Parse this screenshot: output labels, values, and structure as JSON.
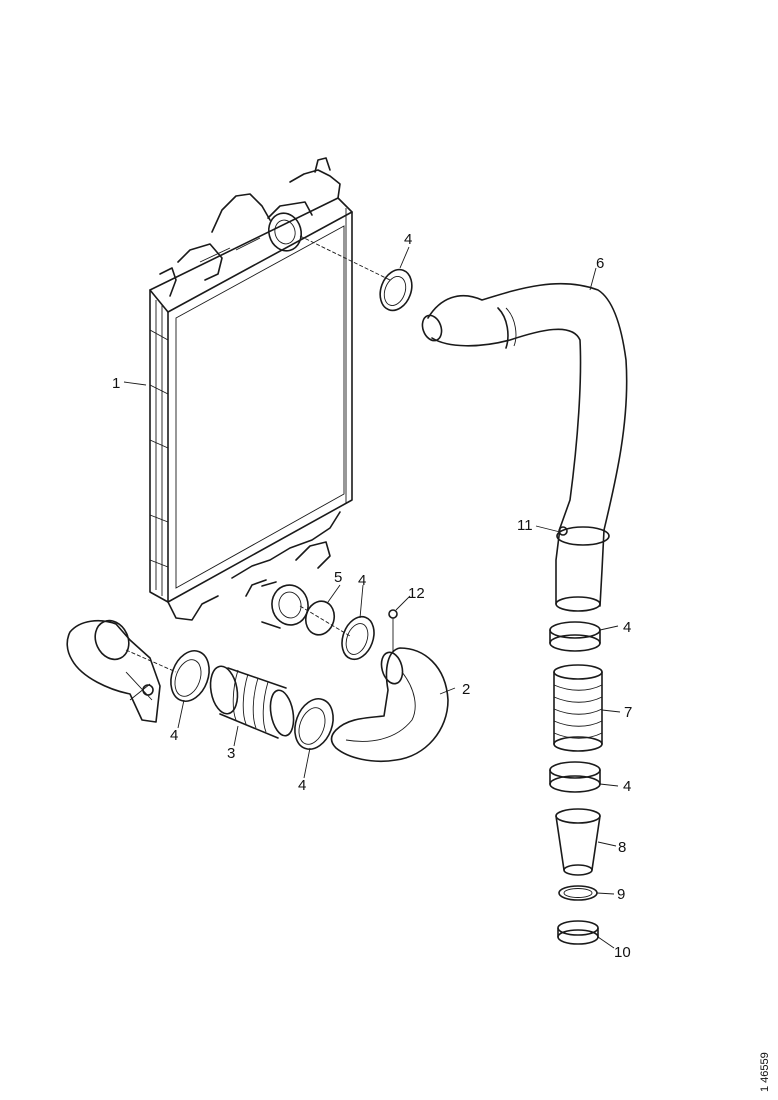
{
  "diagram": {
    "callouts": [
      "1",
      "2",
      "3",
      "4",
      "4",
      "4",
      "4",
      "4",
      "4",
      "5",
      "6",
      "7",
      "8",
      "9",
      "10",
      "11",
      "12"
    ],
    "drawing_code": "1 46559"
  }
}
